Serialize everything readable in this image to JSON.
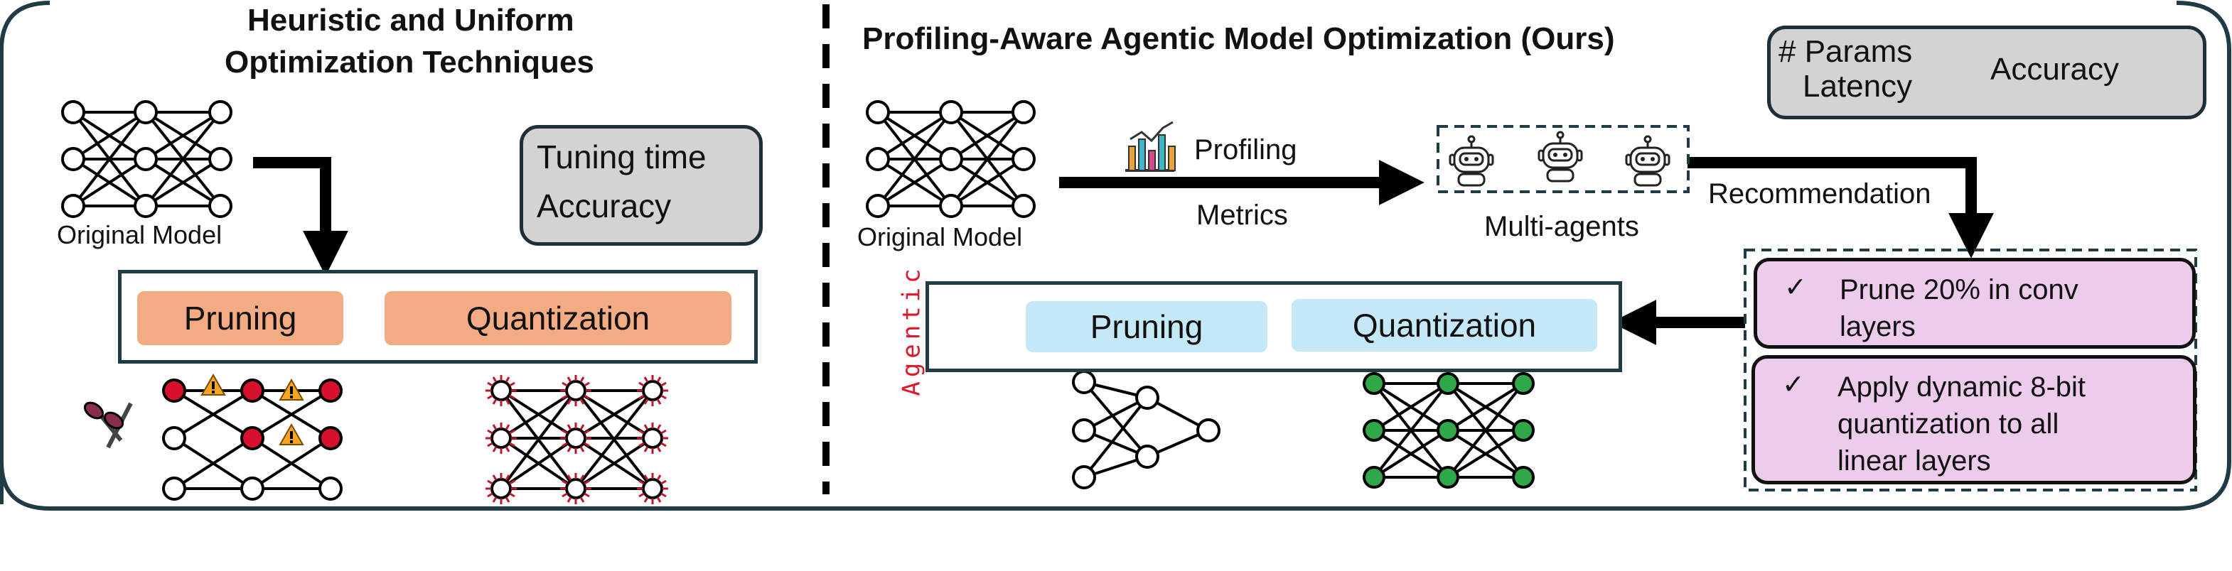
{
  "left_panel": {
    "title_line1": "Heuristic and Uniform",
    "title_line2": "Optimization Techniques",
    "original_model_label": "Original Model",
    "legend": {
      "tuning_time": "Tuning time",
      "accuracy": "Accuracy"
    },
    "pruning_label": "Pruning",
    "quantization_label": "Quantization"
  },
  "right_panel": {
    "title": "Profiling-Aware Agentic Model Optimization (Ours)",
    "original_model_label": "Original Model",
    "profiling_label": "Profiling",
    "metrics_label": "Metrics",
    "multi_agents_label": "Multi-agents",
    "recommendation_label": "Recommendation",
    "legend": {
      "params": "# Params",
      "latency": "Latency",
      "accuracy": "Accuracy"
    },
    "agentic_label": "Agentic",
    "pruning_label": "Pruning",
    "quantization_label": "Quantization",
    "recommendations": [
      {
        "check": "✓",
        "text": "Prune 20% in conv layers"
      },
      {
        "check": "✓",
        "text": "Apply dynamic 8-bit quantization to all linear layers"
      }
    ]
  },
  "colors": {
    "border": "#1f3b45",
    "orange_fill": "#f2ab83",
    "blue_fill": "#c5e8f7",
    "pink_fill": "#eccbeb",
    "legend_fill": "#d3d3d3",
    "red_arrow": "#ee1111",
    "green_arrow": "#1d6b2a",
    "pruned_node": "#d7112c",
    "warning": "#f6a623",
    "quant_node": "#2fa84a",
    "agentic_text": "#e0182a"
  }
}
